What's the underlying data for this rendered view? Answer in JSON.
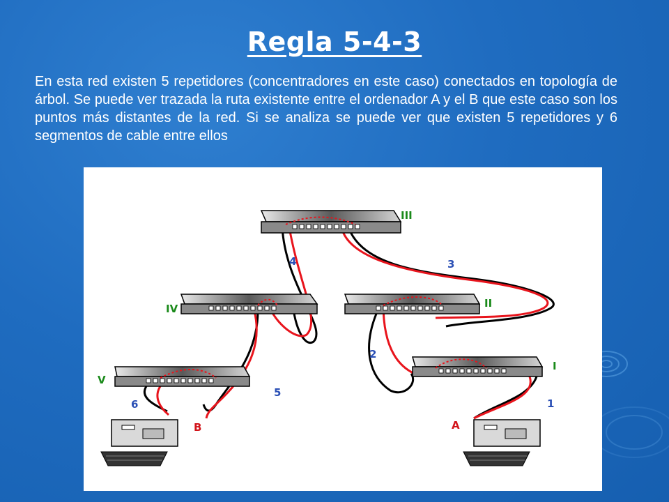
{
  "slide": {
    "title": "Regla 5-4-3",
    "body": "En esta red existen 5 repetidores (concentradores en este caso) conectados en topología de árbol. Se puede ver trazada la ruta existente entre el ordenador A y el B que este caso son los puntos más distantes de la red. Si se analiza se puede ver que existen 5 repetidores y 6 segmentos de cable entre ellos"
  },
  "diagram": {
    "repeaters": [
      "III",
      "IV",
      "II",
      "I",
      "V"
    ],
    "segments": [
      "1",
      "2",
      "3",
      "4",
      "5",
      "6"
    ],
    "computers": [
      "A",
      "B"
    ]
  },
  "colors": {
    "background": "#1f6cc0",
    "path": "#e8141c",
    "cable": "#000000",
    "label": "#2a4fb5",
    "label_green": "#1a8a1a",
    "label_red": "#d2141a"
  }
}
